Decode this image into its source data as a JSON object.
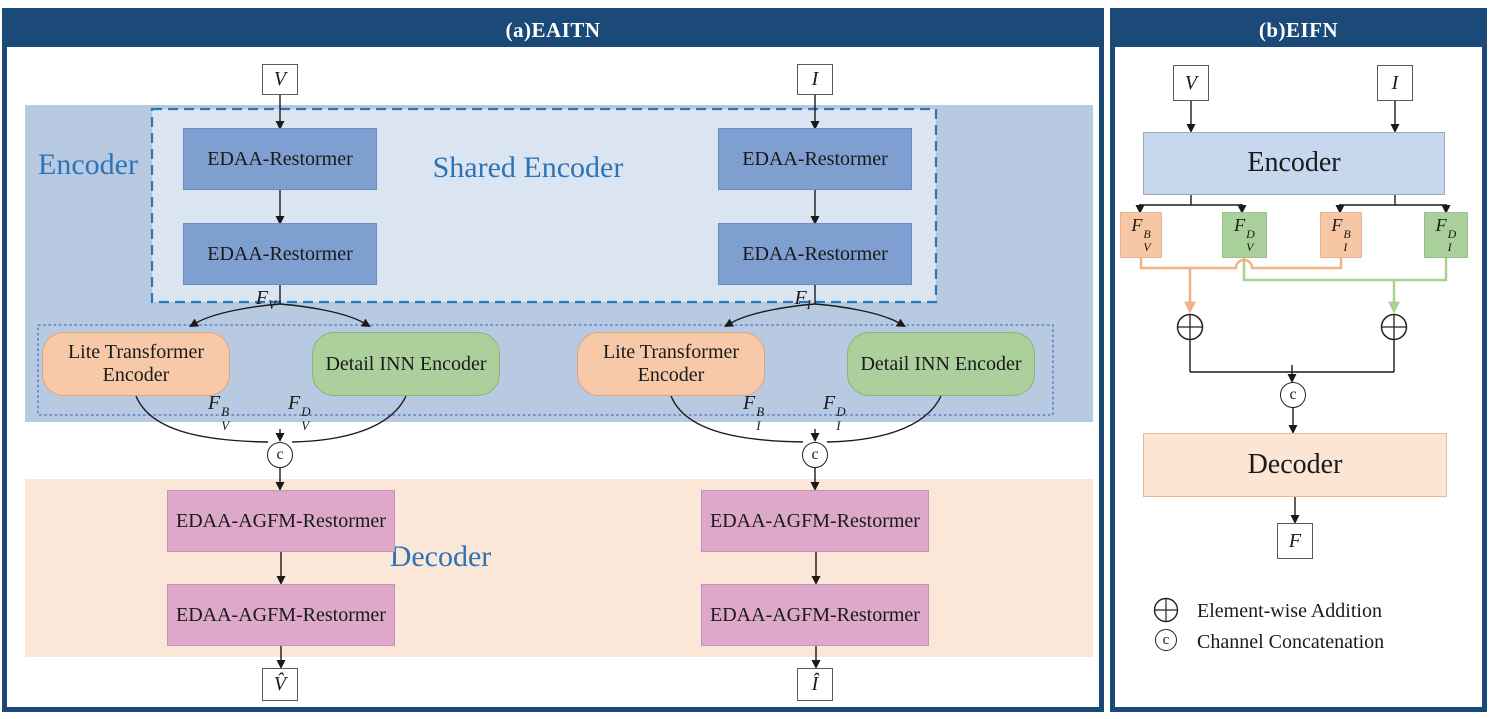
{
  "figure": {
    "left_panel": {
      "title": "(a)EAITN",
      "labels": {
        "encoder_region": "Encoder",
        "shared_encoder_region": "Shared Encoder",
        "decoder_region": "Decoder"
      },
      "nodes": {
        "input_v": "V",
        "input_i": "I",
        "output_v": "V̂",
        "output_i": "Î",
        "edaa_restormer": "EDAA-Restormer",
        "lite_transformer_encoder": "Lite Transformer Encoder",
        "detail_inn_encoder": "Detail INN Encoder",
        "edaa_agfm_restormer": "EDAA-AGFM-Restormer",
        "concat": "c"
      },
      "features": {
        "f_v": {
          "base": "F",
          "sub": "V"
        },
        "f_i": {
          "base": "F",
          "sub": "I"
        },
        "f_v_b": {
          "base": "F",
          "sub": "V",
          "sup": "B"
        },
        "f_v_d": {
          "base": "F",
          "sub": "V",
          "sup": "D"
        },
        "f_i_b": {
          "base": "F",
          "sub": "I",
          "sup": "B"
        },
        "f_i_d": {
          "base": "F",
          "sub": "I",
          "sup": "D"
        }
      }
    },
    "right_panel": {
      "title": "(b)EIFN",
      "nodes": {
        "input_v": "V",
        "input_i": "I",
        "encoder": "Encoder",
        "decoder": "Decoder",
        "output_f": "F",
        "concat": "c"
      },
      "features": {
        "f_v_b": {
          "base": "F",
          "sub": "V",
          "sup": "B"
        },
        "f_v_d": {
          "base": "F",
          "sub": "V",
          "sup": "D"
        },
        "f_i_b": {
          "base": "F",
          "sub": "I",
          "sup": "B"
        },
        "f_i_d": {
          "base": "F",
          "sub": "I",
          "sup": "D"
        }
      },
      "legend": {
        "addition": "Element-wise Addition",
        "concatenation": "Channel Concatenation"
      }
    },
    "colors": {
      "frame_navy": "#1b4a78",
      "region_label_blue": "#2e74b5",
      "encoder_band": "#b8c9e2",
      "shared_encoder_fill": "#dbe5f2",
      "restormer_block": "#7f9fd0",
      "lite_transformer_fill": "#f8c9a8",
      "detail_inn_fill": "#abd09c",
      "decoder_band": "#fbe7d8",
      "agfm_block": "#dda8ca",
      "eifn_encoder_fill": "#c6d7ee",
      "eifn_decoder_fill": "#fbe5d5",
      "addition_line_orange": "#f4b183",
      "addition_line_green": "#a9d18e",
      "dashed_box_blue": "#2e75b6",
      "dotted_box_blue": "#4472c4",
      "line_black": "#1a1a1a"
    }
  }
}
